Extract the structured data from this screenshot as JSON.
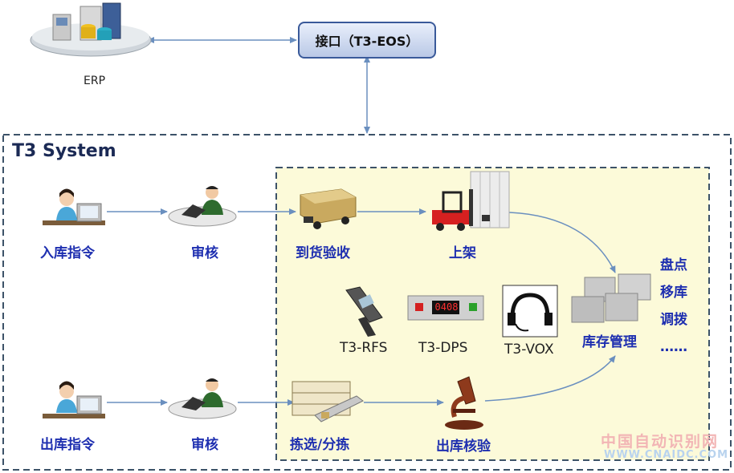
{
  "erp": {
    "label": "ERP"
  },
  "interface": {
    "label": "接口（T3-EOS）"
  },
  "system": {
    "title": "T3 System"
  },
  "inbound": {
    "order": "入库指令",
    "review": "审核",
    "receive": "到货验收",
    "putaway": "上架"
  },
  "outbound": {
    "order": "出库指令",
    "review": "审核",
    "picking": "拣选/分拣",
    "check": "出库核验"
  },
  "devices": {
    "rfs": "T3-RFS",
    "dps": "T3-DPS",
    "dps_display": "0408",
    "vox": "T3-VOX"
  },
  "inventory": {
    "label": "库存管理"
  },
  "inventory_ops": [
    "盘点",
    "移库",
    "调拨",
    "……"
  ],
  "watermark": {
    "cn": "中国自动识别网",
    "url": "WWW.CNAIDC.COM"
  },
  "colors": {
    "label": "#1e2fb0",
    "arrow": "#6a8fbf",
    "dash": "#3c5268",
    "inner_fill": "#fcfad9"
  }
}
